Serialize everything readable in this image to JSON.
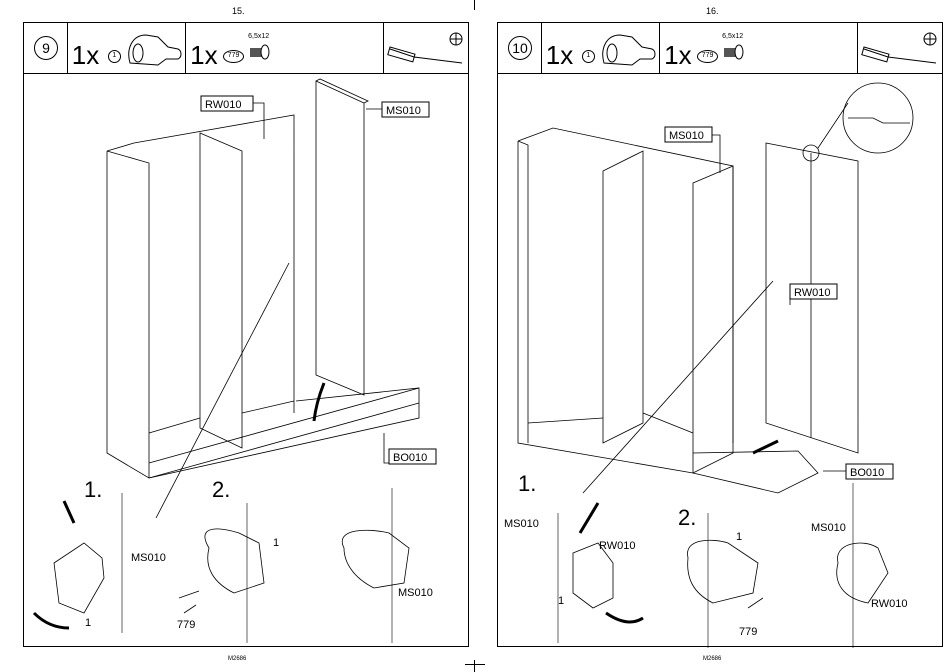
{
  "pages": [
    {
      "page_number": "15.",
      "footer_code": "M2686",
      "step": "9",
      "parts": [
        {
          "qty": "1x",
          "ref": "1",
          "icon": "cam-lock-icon"
        },
        {
          "qty": "1x",
          "ref": "779",
          "size": "6,5x12",
          "icon": "screw-icon"
        }
      ],
      "tool_icon": "phillips-screwdriver-icon",
      "labels": {
        "rw": "RW010",
        "ms": "MS010",
        "bo": "BO010"
      },
      "detail": {
        "step1": "1.",
        "step2": "2.",
        "ms_a": "MS010",
        "ms_b": "MS010",
        "part1_a": "1",
        "part1_b": "1",
        "screw": "779"
      }
    },
    {
      "page_number": "16.",
      "footer_code": "M2686",
      "step": "10",
      "parts": [
        {
          "qty": "1x",
          "ref": "1",
          "icon": "cam-lock-icon"
        },
        {
          "qty": "1x",
          "ref": "779",
          "size": "6,5x12",
          "icon": "screw-icon"
        }
      ],
      "tool_icon": "phillips-screwdriver-icon",
      "labels": {
        "rw": "RW010",
        "ms": "MS010",
        "bo": "BO010"
      },
      "detail": {
        "step1": "1.",
        "step2": "2.",
        "ms_a": "MS010",
        "rw_a": "RW010",
        "ms_b": "MS010",
        "rw_b": "RW010",
        "part1_a": "1",
        "part1_b": "1",
        "screw": "779"
      }
    }
  ]
}
